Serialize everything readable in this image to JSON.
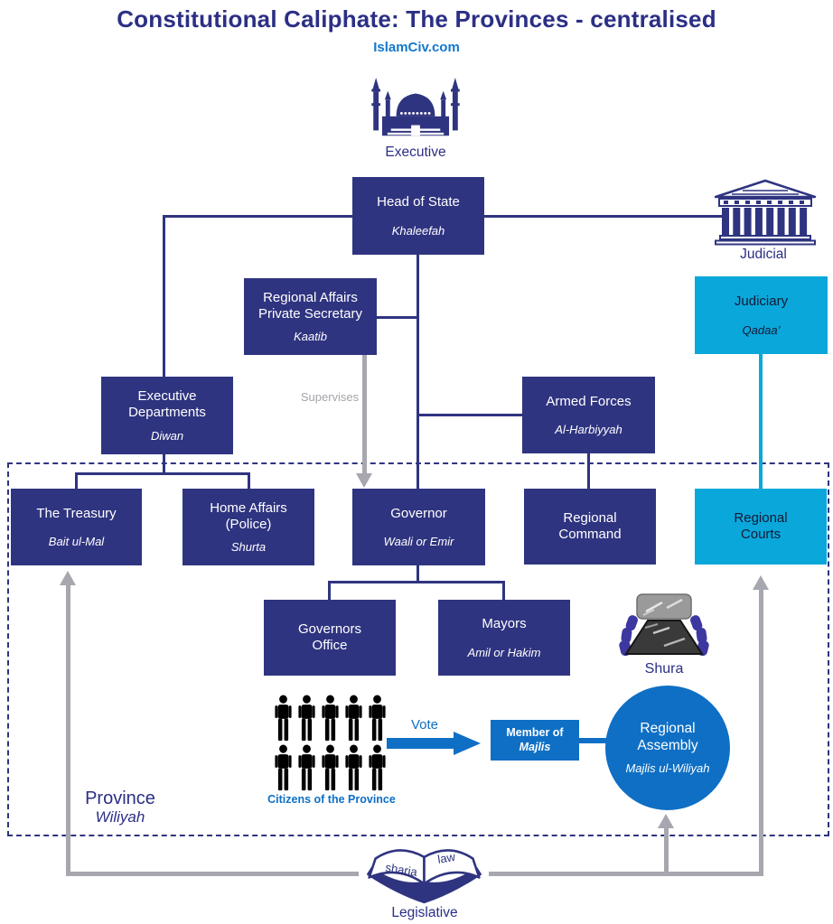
{
  "title": "Constitutional Caliphate: The Provinces - centralised",
  "site": "IslamCiv.com",
  "branches": {
    "executive": "Executive",
    "judicial": "Judicial",
    "legislative": "Legislative"
  },
  "boxes": {
    "head_of_state": {
      "title": "Head of State",
      "subtitle": "Khaleefah"
    },
    "regional_affairs": {
      "title": "Regional Affairs\nPrivate Secretary",
      "subtitle": "Kaatib"
    },
    "judiciary": {
      "title": "Judiciary",
      "subtitle": "Qadaa’"
    },
    "executive_departments": {
      "title": "Executive\nDepartments",
      "subtitle": "Diwan"
    },
    "armed_forces": {
      "title": "Armed Forces",
      "subtitle": "Al-Harbiyyah"
    },
    "treasury": {
      "title": "The Treasury",
      "subtitle": "Bait ul-Mal"
    },
    "home_affairs": {
      "title": "Home Affairs\n(Police)",
      "subtitle": "Shurta"
    },
    "governor": {
      "title": "Governor",
      "subtitle": "Waali or Emir"
    },
    "regional_command": {
      "title": "Regional\nCommand"
    },
    "regional_courts": {
      "title": "Regional\nCourts"
    },
    "governors_office": {
      "title": "Governors\nOffice"
    },
    "mayors": {
      "title": "Mayors",
      "subtitle": "Amil or Hakim"
    },
    "member_of_majlis": {
      "line1": "Member of",
      "line2": "Majlis"
    },
    "regional_assembly": {
      "title": "Regional\nAssembly",
      "subtitle": "Majlis ul-Wiliyah"
    }
  },
  "labels": {
    "supervises": "Supervises",
    "shura": "Shura",
    "vote": "Vote",
    "citizens": "Citizens of the Province",
    "province": "Province",
    "wiliyah": "Wiliyah",
    "sharia": "sharia",
    "law": "law"
  },
  "colors": {
    "navy": "#2F3480",
    "cyan": "#0AA7DB",
    "blue": "#0E6FC5",
    "gray": "#A7A7AF",
    "title_navy": "#2B2F85",
    "link_blue": "#1478CC"
  }
}
